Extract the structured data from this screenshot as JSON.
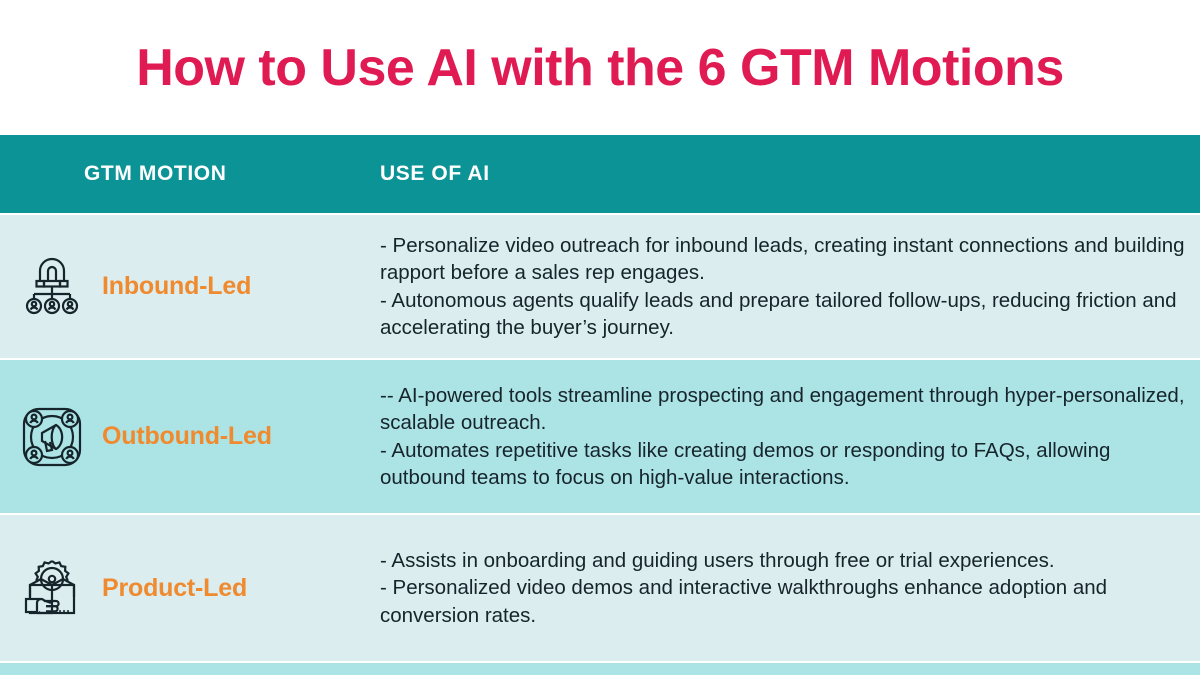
{
  "title": "How to Use AI with the 6 GTM Motions",
  "colors": {
    "title": "#e01a52",
    "header_bg": "#0c9396",
    "header_text": "#ffffff",
    "row_tint_light": "#dcedef",
    "row_tint_dark": "#ace4e6",
    "motion_label": "#f08a2e",
    "body_text": "#16242b"
  },
  "table": {
    "columns": [
      {
        "label": "GTM MOTION"
      },
      {
        "label": "USE OF AI"
      }
    ],
    "rows": [
      {
        "icon": "magnet-org-chart-icon",
        "motion": "Inbound-Led",
        "use_of_ai": "- Personalize video outreach for inbound leads, creating instant connections and building rapport before a sales rep engages.\n- Autonomous agents qualify leads and prepare tailored follow-ups, reducing friction and accelerating the buyer’s journey."
      },
      {
        "icon": "megaphone-network-icon",
        "motion": "Outbound-Led",
        "use_of_ai": "-- AI-powered tools streamline prospecting and engagement through hyper-personalized, scalable outreach.\n- Automates repetitive tasks like creating demos or responding to FAQs, allowing outbound teams to focus on high-value interactions."
      },
      {
        "icon": "box-gear-hand-icon",
        "motion": "Product-Led",
        "use_of_ai": "- Assists in onboarding and guiding users through free or trial experiences.\n- Personalized video demos and interactive walkthroughs enhance adoption and conversion rates."
      }
    ]
  }
}
